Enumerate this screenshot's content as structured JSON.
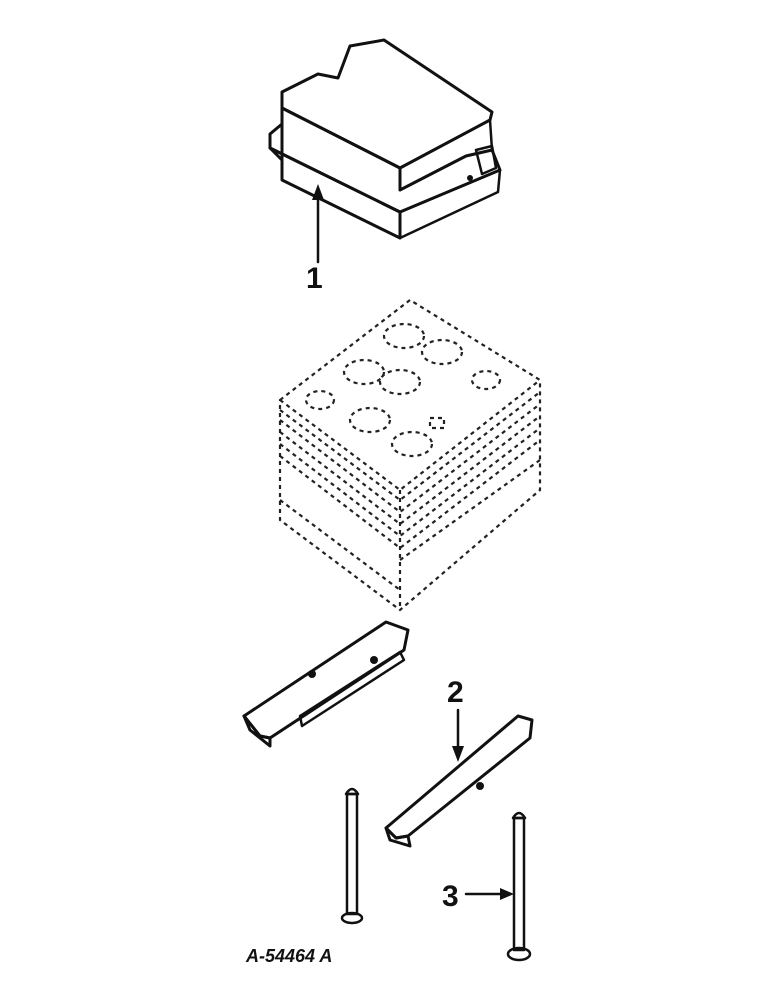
{
  "callouts": [
    {
      "id": "1",
      "label": "1"
    },
    {
      "id": "2",
      "label": "2"
    },
    {
      "id": "3",
      "label": "3"
    }
  ],
  "drawing_code": "A-54464 A",
  "colors": {
    "ink": "#111111",
    "paper": "#ffffff"
  }
}
